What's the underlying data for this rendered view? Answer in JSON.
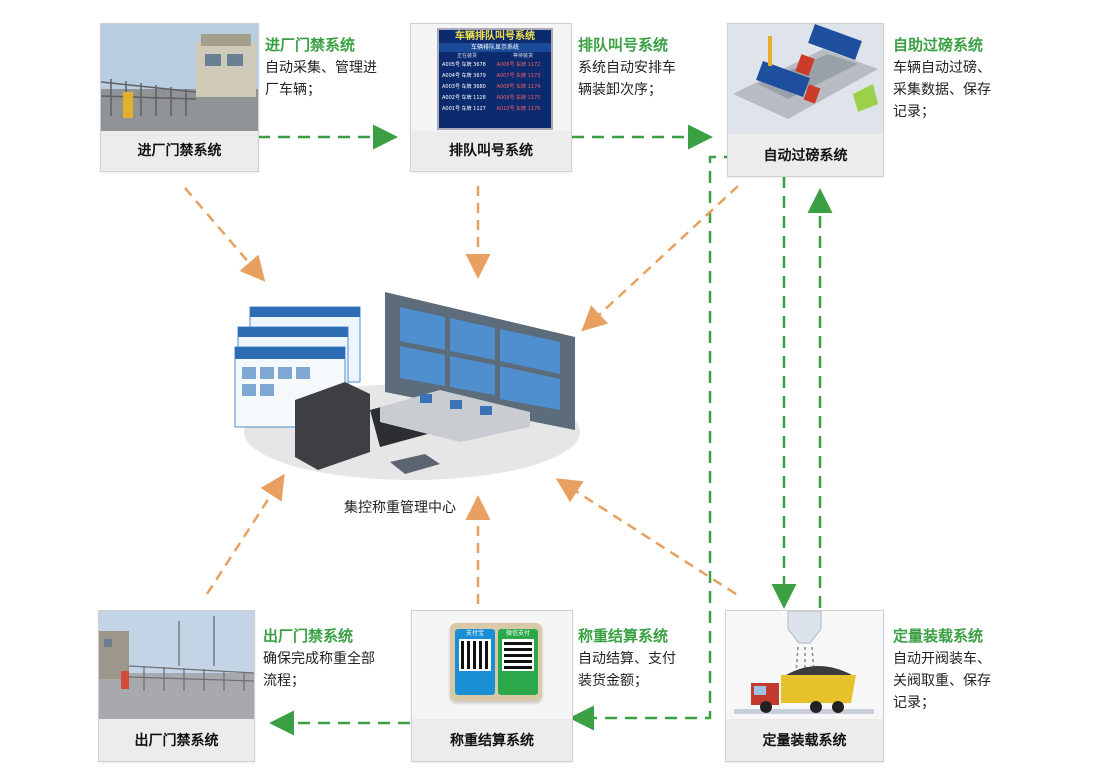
{
  "colors": {
    "green": "#3aa043",
    "orange": "#e8a060"
  },
  "center": {
    "label": "集控称重管理中心"
  },
  "systems": {
    "entry": {
      "caption": "进厂门禁系统",
      "title": "进厂门禁系统",
      "lines": [
        "自动采集、管理进",
        "厂车辆；"
      ]
    },
    "queue": {
      "caption": "排队叫号系统",
      "title": "排队叫号系统",
      "lines": [
        "系统自动安排车",
        "辆装卸次序；"
      ],
      "screen": {
        "heading": "车辆排队叫号系统",
        "sub": "车辆排队显示系统",
        "cols": [
          "正在装货",
          "等待装货"
        ],
        "rows": [
          [
            "A005号 车牌 3678",
            "A006号 车牌 1172"
          ],
          [
            "A004号 车牌 3679",
            "A007号 车牌 1173"
          ],
          [
            "A003号 车牌 3680",
            "A008号 车牌 1174"
          ],
          [
            "A002号 车牌 1128",
            "A009号 车牌 1175"
          ],
          [
            "A001号 车牌 1127",
            "A010号 车牌 1176"
          ]
        ]
      }
    },
    "weigh": {
      "caption": "自动过磅系统",
      "title": "自助过磅系统",
      "lines": [
        "车辆自动过磅、",
        "采集数据、保存",
        "记录；"
      ]
    },
    "exit": {
      "caption": "出厂门禁系统",
      "title": "出厂门禁系统",
      "lines": [
        "确保完成称重全部",
        "流程；"
      ]
    },
    "settle": {
      "caption": "称重结算系统",
      "title": "称重结算系统",
      "lines": [
        "自动结算、支付",
        "装货金额；"
      ],
      "pay": [
        "支付宝",
        "微信支付"
      ]
    },
    "load": {
      "caption": "定量装载系统",
      "title": "定量装载系统",
      "lines": [
        "自动开阀装车、",
        "关阀取重、保存",
        "记录；"
      ]
    }
  }
}
